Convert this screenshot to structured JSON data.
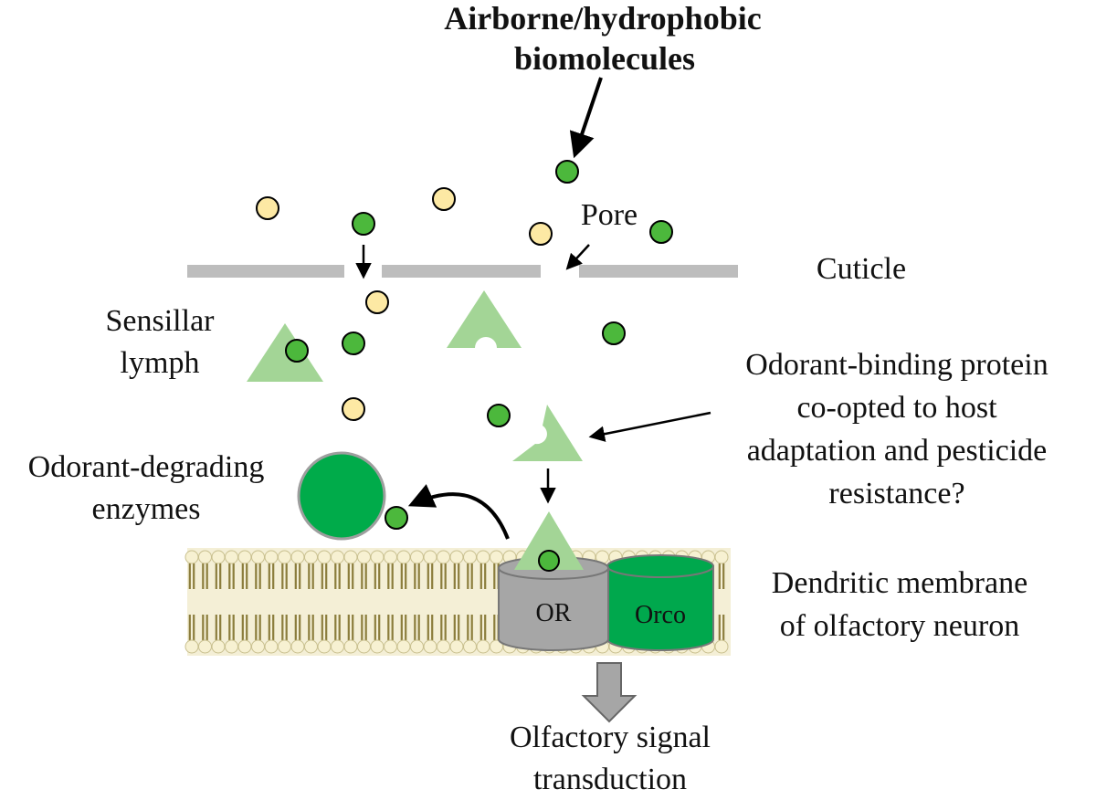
{
  "labels": {
    "title_line1": "Airborne/hydrophobic",
    "title_line2": "biomolecules",
    "pore": "Pore",
    "cuticle": "Cuticle",
    "lymph_line1": "Sensillar",
    "lymph_line2": "lymph",
    "obp_line1": "Odorant-binding protein",
    "obp_line2": "co-opted to host",
    "obp_line3": "adaptation and pesticide",
    "obp_line4": "resistance?",
    "ode_line1": "Odorant-degrading",
    "ode_line2": "enzymes",
    "or": "OR",
    "orco": "Orco",
    "membrane_line1": "Dendritic membrane",
    "membrane_line2": "of olfactory neuron",
    "signal_line1": "Olfactory signal",
    "signal_line2": "transduction"
  },
  "colors": {
    "green_molecule": "#4cb83c",
    "yellow_molecule": "#fde9a4",
    "obp_green": "#a3d596",
    "enzyme_green": "#00ab4a",
    "orco_green": "#00a84d",
    "or_gray": "#a6a6a6",
    "cuticle_gray": "#bdbdbd",
    "membrane_tail": "#8b7d3c",
    "membrane_head": "#f7f1d2"
  }
}
